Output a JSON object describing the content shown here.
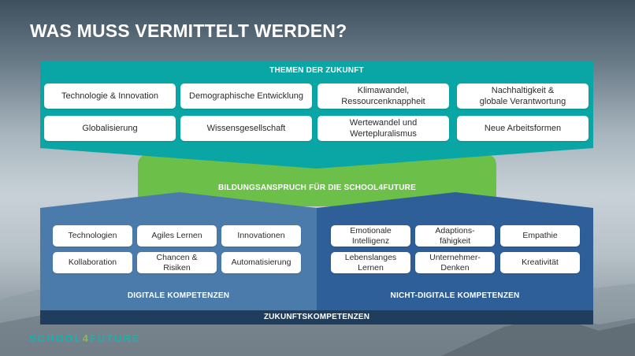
{
  "title": "WAS MUSS VERMITTELT WERDEN?",
  "top_section": {
    "label": "THEMEN DER ZUKUNFT",
    "items": [
      "Technologie & Innovation",
      "Demographische Entwicklung",
      "Klimawandel,\nRessourcenknappheit",
      "Nachhaltigkeit &\nglobale Verantwortung",
      "Globalisierung",
      "Wissensgesellschaft",
      "Wertewandel und\nWertepluralismus",
      "Neue Arbeitsformen"
    ]
  },
  "middle_section": {
    "label": "BILDUNGSANSPRUCH FÜR DIE SCHOOL4FUTURE"
  },
  "left_section": {
    "label": "DIGITALE KOMPETENZEN",
    "items": [
      "Technologien",
      "Agiles Lernen",
      "Innovationen",
      "Kollaboration",
      "Chancen &\nRisiken",
      "Automatisierung"
    ]
  },
  "right_section": {
    "label": "NICHT-DIGITALE KOMPETENZEN",
    "items": [
      "Emotionale\nIntelligenz",
      "Adaptions-\nfähigkeit",
      "Empathie",
      "Lebenslanges\nLernen",
      "Unternehmer-\nDenken",
      "Kreativität"
    ]
  },
  "bottom_bar": {
    "label": "ZUKUNFTSKOMPETENZEN"
  },
  "logo": {
    "text_a": "SCHOOL",
    "text_b": "4",
    "text_c": "FUTURE"
  },
  "colors": {
    "teal": "#0aa6a6",
    "green": "#6cc04a",
    "blue_left": "#4a7bab",
    "blue_right": "#2f5f99",
    "dark": "#1f3d5c"
  }
}
